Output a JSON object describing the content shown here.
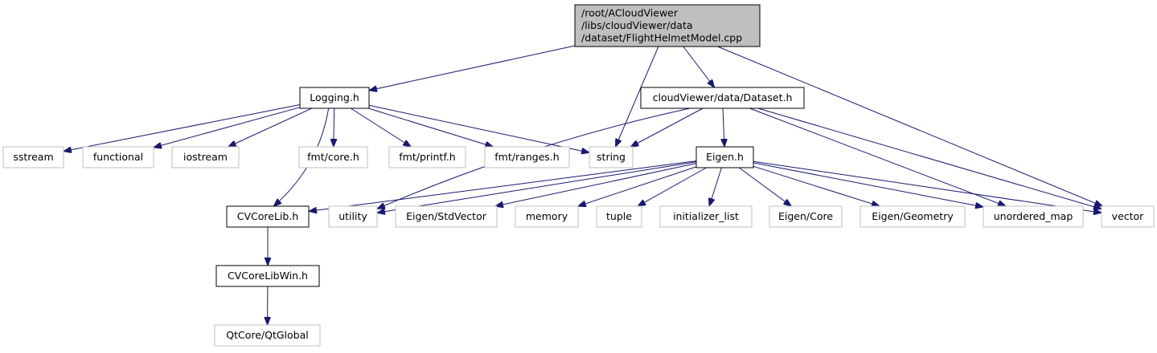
{
  "diagram": {
    "colors": {
      "edge": "#191970",
      "root_fill": "#bfbfbf",
      "root_border": "#000000",
      "documented_border": "#000000",
      "external_border": "#bfbfbf",
      "text": "#000000"
    },
    "nodes": [
      {
        "id": "root",
        "kind": "root",
        "lines": [
          "/root/ACloudViewer",
          "/libs/cloudViewer/data",
          "/dataset/FlightHelmetModel.cpp"
        ]
      },
      {
        "id": "logging",
        "kind": "documented",
        "lines": [
          "Logging.h"
        ]
      },
      {
        "id": "dataset",
        "kind": "documented",
        "lines": [
          "cloudViewer/data/Dataset.h"
        ]
      },
      {
        "id": "sstream",
        "kind": "external",
        "lines": [
          "sstream"
        ]
      },
      {
        "id": "functional",
        "kind": "external",
        "lines": [
          "functional"
        ]
      },
      {
        "id": "iostream",
        "kind": "external",
        "lines": [
          "iostream"
        ]
      },
      {
        "id": "fmtcore",
        "kind": "external",
        "lines": [
          "fmt/core.h"
        ]
      },
      {
        "id": "fmtprintf",
        "kind": "external",
        "lines": [
          "fmt/printf.h"
        ]
      },
      {
        "id": "fmtranges",
        "kind": "external",
        "lines": [
          "fmt/ranges.h"
        ]
      },
      {
        "id": "string",
        "kind": "external",
        "lines": [
          "string"
        ]
      },
      {
        "id": "eigen",
        "kind": "documented",
        "lines": [
          "Eigen.h"
        ]
      },
      {
        "id": "cvcorelib",
        "kind": "documented",
        "lines": [
          "CVCoreLib.h"
        ]
      },
      {
        "id": "utility",
        "kind": "external",
        "lines": [
          "utility"
        ]
      },
      {
        "id": "stdvector",
        "kind": "external",
        "lines": [
          "Eigen/StdVector"
        ]
      },
      {
        "id": "memory",
        "kind": "external",
        "lines": [
          "memory"
        ]
      },
      {
        "id": "tuple",
        "kind": "external",
        "lines": [
          "tuple"
        ]
      },
      {
        "id": "initlist",
        "kind": "external",
        "lines": [
          "initializer_list"
        ]
      },
      {
        "id": "eigencore",
        "kind": "external",
        "lines": [
          "Eigen/Core"
        ]
      },
      {
        "id": "eigengeom",
        "kind": "external",
        "lines": [
          "Eigen/Geometry"
        ]
      },
      {
        "id": "umap",
        "kind": "external",
        "lines": [
          "unordered_map"
        ]
      },
      {
        "id": "vector",
        "kind": "external",
        "lines": [
          "vector"
        ]
      },
      {
        "id": "cvcorelibwin",
        "kind": "documented",
        "lines": [
          "CVCoreLibWin.h"
        ]
      },
      {
        "id": "qtglobal",
        "kind": "external",
        "lines": [
          "QtCore/QtGlobal"
        ]
      }
    ],
    "edges": [
      [
        "root",
        "logging"
      ],
      [
        "root",
        "string"
      ],
      [
        "root",
        "dataset"
      ],
      [
        "root",
        "vector"
      ],
      [
        "logging",
        "sstream"
      ],
      [
        "logging",
        "functional"
      ],
      [
        "logging",
        "iostream"
      ],
      [
        "logging",
        "cvcorelib"
      ],
      [
        "logging",
        "fmtcore"
      ],
      [
        "logging",
        "fmtprintf"
      ],
      [
        "logging",
        "fmtranges"
      ],
      [
        "logging",
        "string"
      ],
      [
        "dataset",
        "string"
      ],
      [
        "dataset",
        "utility"
      ],
      [
        "dataset",
        "eigen"
      ],
      [
        "dataset",
        "umap"
      ],
      [
        "dataset",
        "vector"
      ],
      [
        "eigen",
        "cvcorelib"
      ],
      [
        "eigen",
        "utility"
      ],
      [
        "eigen",
        "stdvector"
      ],
      [
        "eigen",
        "memory"
      ],
      [
        "eigen",
        "tuple"
      ],
      [
        "eigen",
        "initlist"
      ],
      [
        "eigen",
        "eigencore"
      ],
      [
        "eigen",
        "eigengeom"
      ],
      [
        "eigen",
        "umap"
      ],
      [
        "eigen",
        "vector"
      ],
      [
        "cvcorelib",
        "cvcorelibwin"
      ],
      [
        "cvcorelibwin",
        "qtglobal"
      ]
    ]
  }
}
